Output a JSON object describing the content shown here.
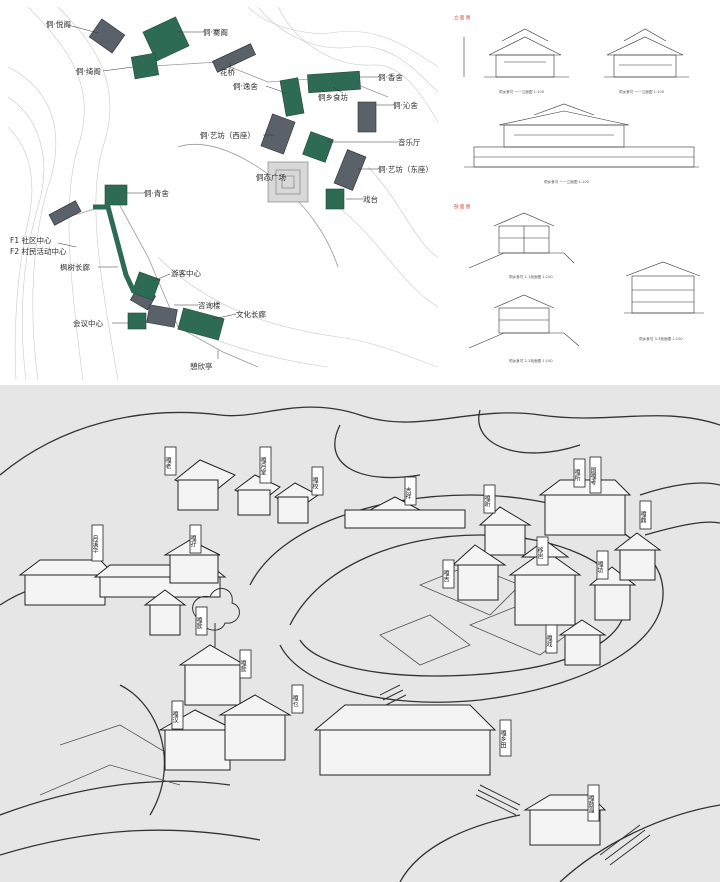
{
  "colors": {
    "accent": "#2e6b55",
    "building_grey": "#5b6168",
    "aerial_bg": "#e6e6e6"
  },
  "site_plan": {
    "labels": {
      "yuege": "侗·悦阁",
      "qiange": "侗·騫阁",
      "yige": "侗·绮阁",
      "huaqiao": "花桥",
      "xiangshe": "侗·香舍",
      "yishe": "侗·逸舍",
      "xiangshifang": "侗乡食坊",
      "qinshe": "侗·沁舍",
      "yifang_west": "侗·艺坊（西座）",
      "yinyueting": "音乐厅",
      "yifang_east": "侗·艺坊（东座）",
      "tongtaiguangchang": "侗态广场",
      "xitai": "戏台",
      "qingshe": "侗·青舍",
      "shequ": "F1 社区中心",
      "cunmin": "F2 村民活动中心",
      "fengshu": "枫树长廊",
      "youke": "游客中心",
      "zixun": "咨询楼",
      "huiyi": "会议中心",
      "wenhua": "文化长廊",
      "xixin": "憩欣亭"
    }
  },
  "elevations": {
    "title": "立 面 图",
    "captions": [
      "侗乡食坊 一一立面图 1:100",
      "侗乡食坊 一一立面图 1:100",
      "侗乡食坊 一一立面图 1:100"
    ]
  },
  "sections": {
    "title": "剖 面 图",
    "captions": [
      "侗乡食坊 1-1剖面图 1:100",
      "侗乡食坊 2-2剖面图 1:100",
      "侗乡食坊 3-3剖面图 1:100"
    ]
  },
  "aerial": {
    "tags": {
      "t1": "嘎老",
      "t2": "嘎月堂",
      "t3": "嘎校",
      "t4": "月溪华",
      "t5": "嘎孖",
      "t6": "吉祥",
      "t7": "嘎听",
      "t8": "嘎所",
      "t9": "国嘎考",
      "t10": "嘎鼎",
      "t11": "嘎吉",
      "t12": "移岜",
      "t13": "嘎坊",
      "t14": "嘎戏",
      "t15": "嘎款",
      "t16": "嘎款",
      "t17": "嘎汉",
      "t18": "嘎乜",
      "t19": "嘎乡田",
      "t20": "嘎鼓溜"
    }
  }
}
